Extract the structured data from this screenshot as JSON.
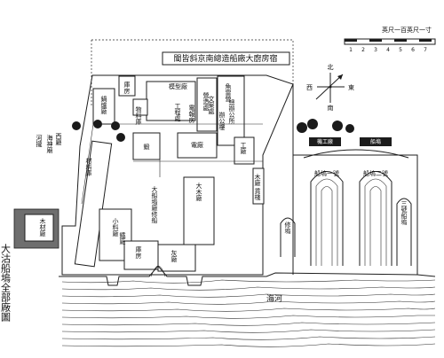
{
  "map": {
    "title": "大沽船塢全部廠圖",
    "top_strip": "閩皆斜京南總造船廠大廚房宿",
    "scale_bar": {
      "label": "英尺一百英尺一寸",
      "ticks": [
        "1",
        "2",
        "3",
        "4",
        "5",
        "6",
        "7"
      ]
    },
    "compass": {
      "north": "北",
      "south": "南",
      "west": "西",
      "east": "東"
    },
    "river": "海河",
    "labels": {
      "l_a": "鍋爐廠",
      "l_b": "模型廠",
      "l_c": "庫房",
      "l_d": "魚雷營",
      "l_e": "電廠",
      "l_f": "鍛",
      "l_g": "工廠",
      "l_h": "材料庫",
      "l_i": "小料廠",
      "l_j": "河攏",
      "l_k": "大木廠",
      "l_l": "大船塢廠修船",
      "l_m": "機工廠",
      "l_n": "船塢",
      "l_o": "木廠",
      "l_p": "船塢一號",
      "l_q": "船塢二號",
      "l_r": "三號船塢",
      "l_s": "木材廠",
      "l_t": "修塢",
      "l_u": "海神廟",
      "l_v": "總辦公所",
      "l_w": "營造處",
      "l_x": "電報房",
      "l_y": "工程處",
      "l_z": "物料庫",
      "l_aa": "庫房",
      "l_ab": "灰廠",
      "l_ac": "鐵廠",
      "l_ad": "西廳",
      "l_ae": "貨棧",
      "l_af": "文案處",
      "l_ag": "辦公樓"
    }
  }
}
